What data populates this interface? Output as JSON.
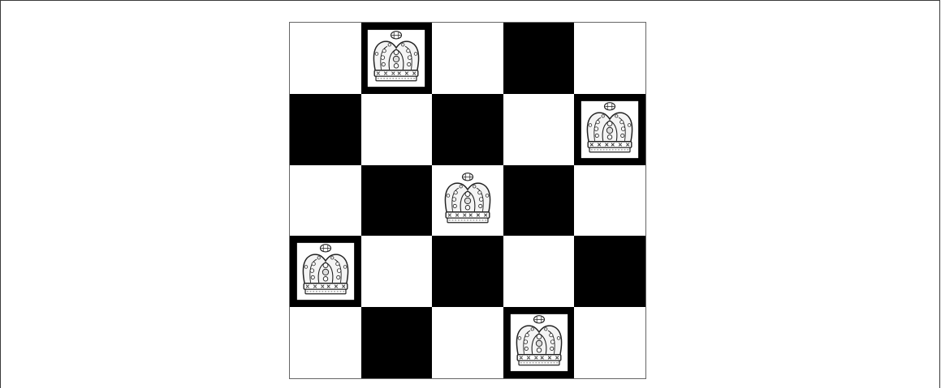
{
  "board": {
    "rows": 5,
    "cols": 5,
    "colors": {
      "light": "#ffffff",
      "dark": "#000000"
    },
    "top_left_square": "light",
    "piece_icon": "crown-icon",
    "pieces": [
      {
        "row": 0,
        "col": 1
      },
      {
        "row": 1,
        "col": 4
      },
      {
        "row": 2,
        "col": 2
      },
      {
        "row": 3,
        "col": 0
      },
      {
        "row": 4,
        "col": 3
      }
    ]
  }
}
